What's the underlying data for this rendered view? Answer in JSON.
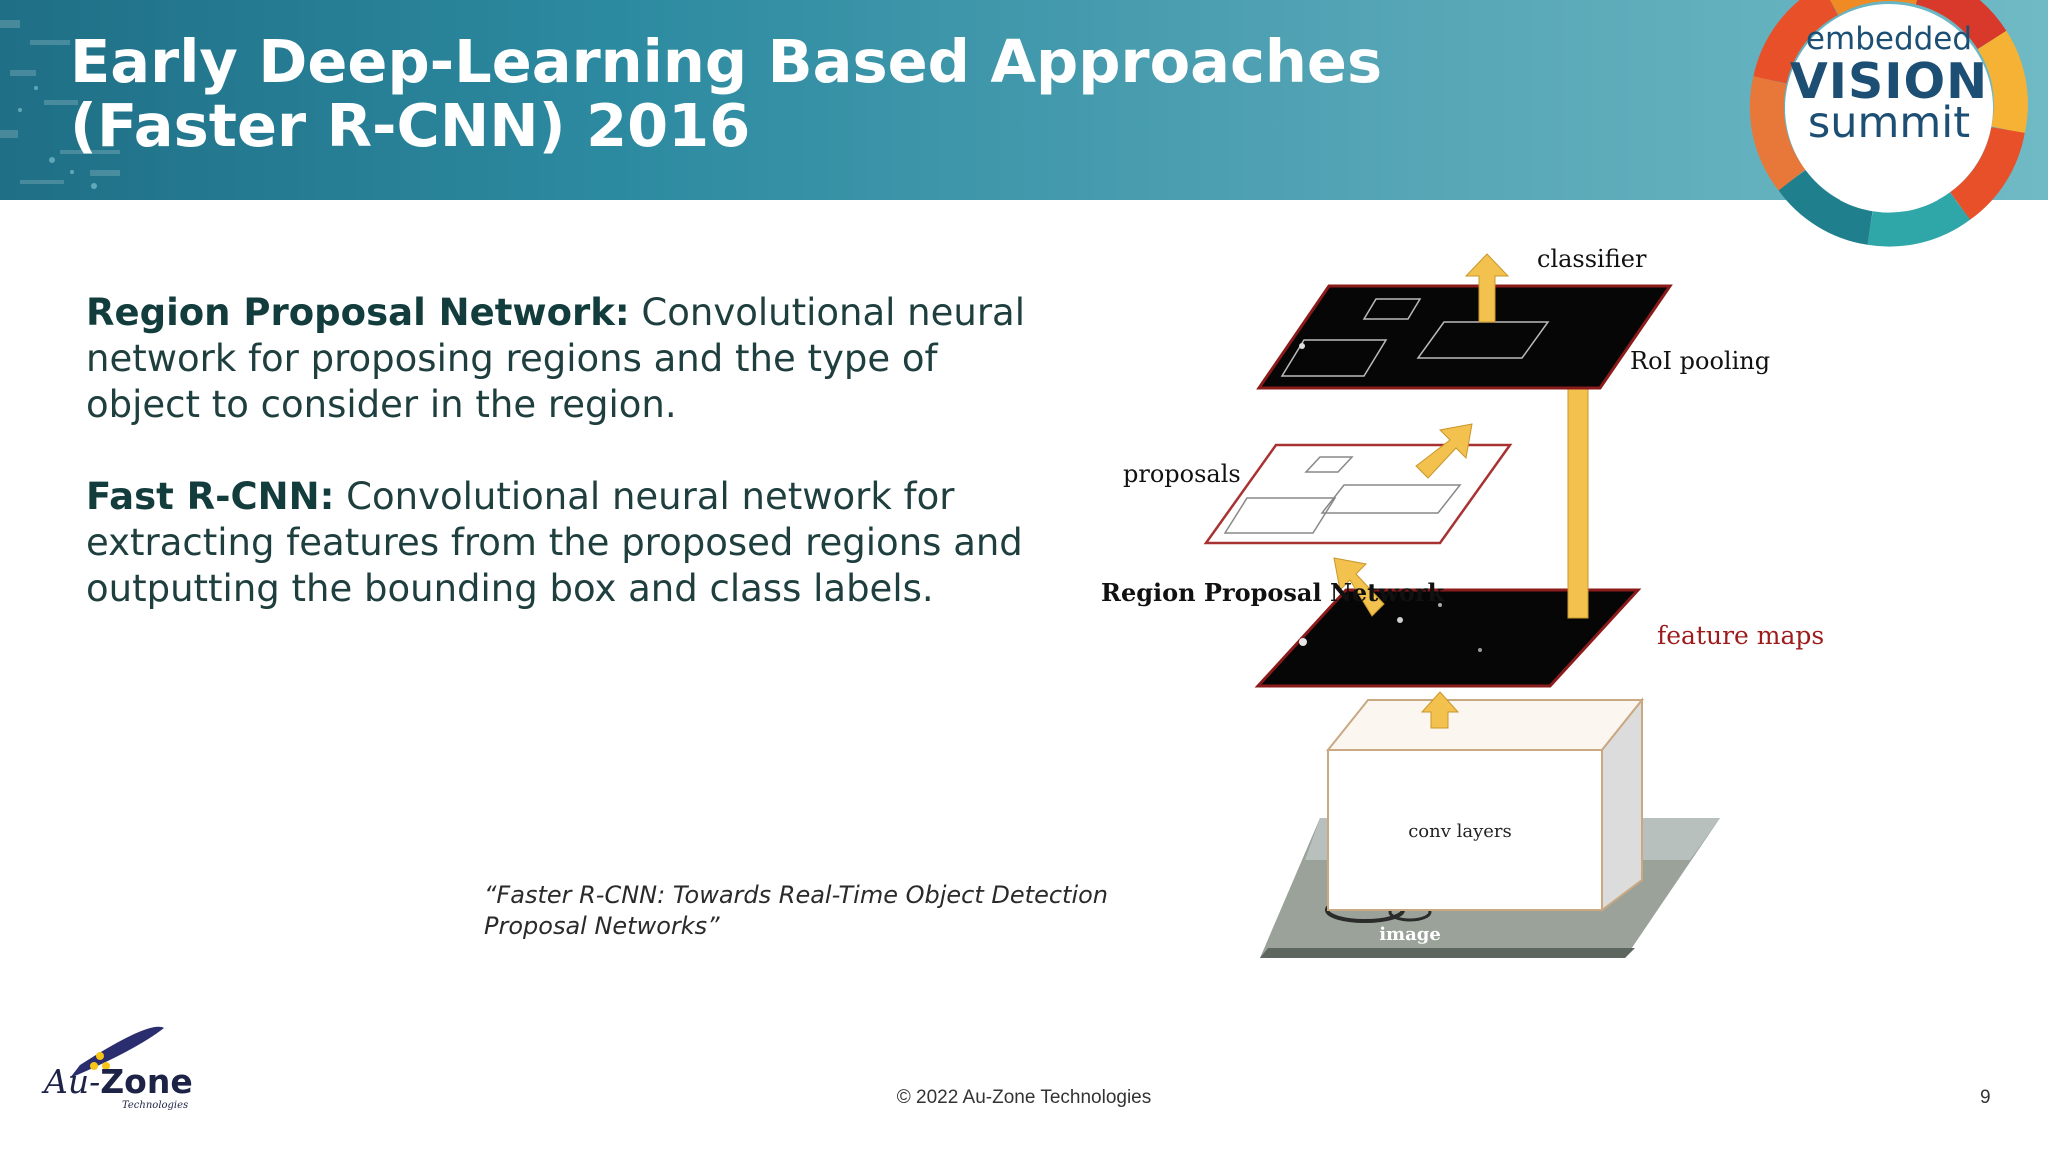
{
  "slide": {
    "title_line1": "Early Deep-Learning Based Approaches",
    "title_line2": "(Faster R-CNN) 2016",
    "event_logo": {
      "top": "embedded",
      "middle": "VISION",
      "bottom": "summit"
    },
    "paragraphs": [
      {
        "term": "Region Proposal Network:",
        "text": " Convolutional neural network for proposing regions and the type of object to consider in the region."
      },
      {
        "term": "Fast R-CNN:",
        "text": " Convolutional neural network for extracting features from the proposed regions and outputting the bounding box and class labels."
      }
    ],
    "citation_line1": "“Faster R-CNN: Towards Real-Time Object Detection",
    "citation_line2": "Proposal Networks”"
  },
  "diagram": {
    "labels": {
      "classifier": "classifier",
      "roi_pooling": "RoI pooling",
      "proposals": "proposals",
      "rpn": "Region Proposal Network",
      "feature_maps": "feature maps",
      "conv_layers": "conv layers",
      "image": "image"
    },
    "colors": {
      "arrow": "#f2c14e",
      "plane_border": "#8b1a1a",
      "feature_label": "#9c1c1c"
    }
  },
  "footer": {
    "company_prefix": "Au-",
    "company_bold": "Zone",
    "company_sub": "Technologies",
    "copyright": "© 2022 Au-Zone Technologies",
    "page_number": "9"
  },
  "colors": {
    "header_dark": "#1f6f86",
    "header_light": "#6fbac5",
    "text_dark": "#133c3d"
  }
}
